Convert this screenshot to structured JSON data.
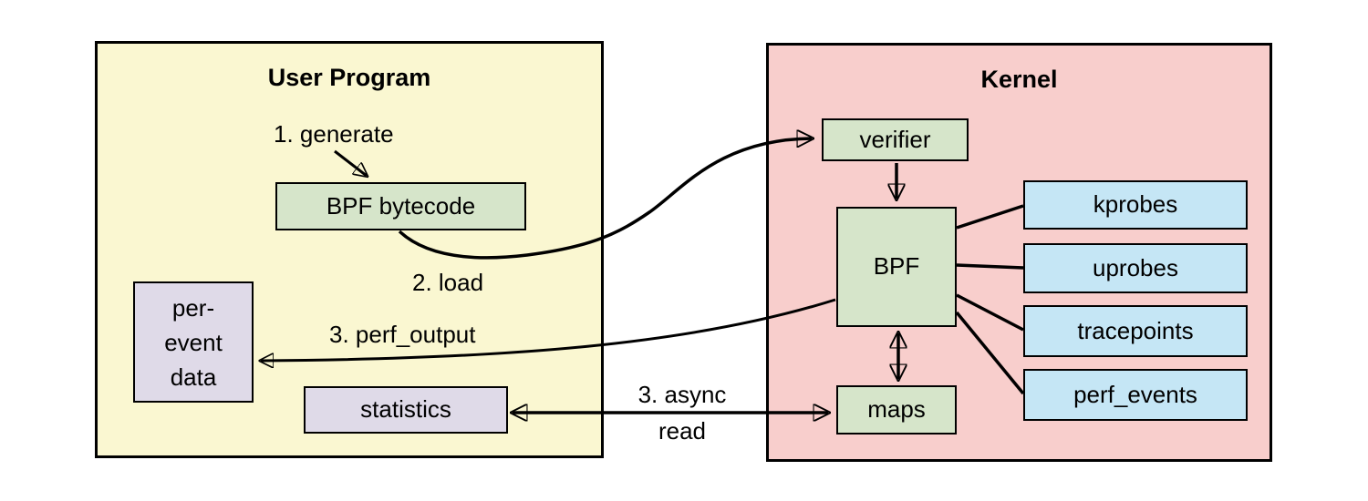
{
  "colors": {
    "canvas": "#FFFFFF",
    "user_program_bg": "#FAF7D1",
    "kernel_bg": "#F8CECC",
    "green_box_bg": "#D6E5CA",
    "blue_box_bg": "#C5E6F5",
    "purple_box_bg": "#DFDAE8",
    "border": "#000000",
    "text": "#000000"
  },
  "user_program": {
    "title": "User Program",
    "bpf_bytecode_box": "BPF bytecode",
    "per_event_data_box": {
      "lines": [
        "per-",
        "event",
        "data"
      ]
    },
    "statistics_box": "statistics",
    "labels": {
      "generate": "1. generate",
      "load": "2. load",
      "perf_output": "3. perf_output"
    }
  },
  "kernel": {
    "title": "Kernel",
    "verifier_box": "verifier",
    "bpf_box": "BPF",
    "maps_box": "maps",
    "probes": [
      "kprobes",
      "uprobes",
      "tracepoints",
      "perf_events"
    ]
  },
  "labels": {
    "async_read_line1": "3. async",
    "async_read_line2": "read"
  }
}
